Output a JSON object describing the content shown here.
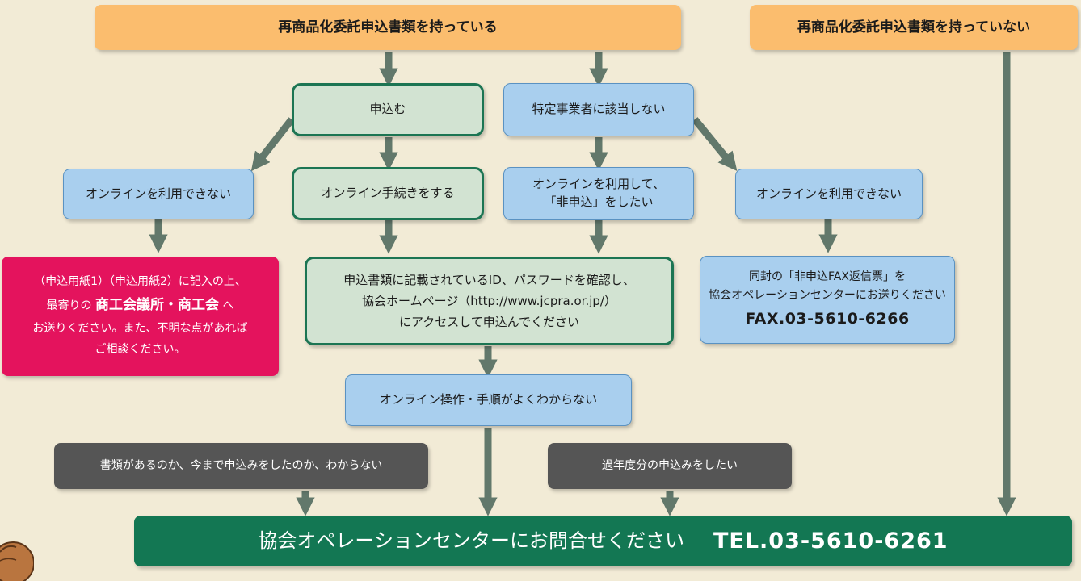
{
  "top": {
    "has_forms": "再商品化委託申込書類を持っている",
    "no_forms": "再商品化委託申込書類を持っていない"
  },
  "apply": "申込む",
  "not_applicable": "特定事業者に該当しない",
  "online_unavailable_left": "オンラインを利用できない",
  "online_procedure": "オンライン手続きをする",
  "non_apply_online": [
    "オンラインを利用して、",
    "「非申込」をしたい"
  ],
  "online_unavailable_right": "オンラインを利用できない",
  "paper_submit": {
    "line1": "（申込用紙1）（申込用紙2）に記入の上、",
    "line2_pre": "最寄りの",
    "line2_em": "商工会議所・商工会",
    "line2_post": "へ",
    "line3": "お送りください。また、不明な点があれば",
    "line4": "ご相談ください。"
  },
  "online_access": [
    "申込書類に記載されているID、パスワードを確認し、",
    "協会ホームページ（http://www.jcpra.or.jp/）",
    "にアクセスして申込んでください"
  ],
  "fax_return": {
    "line1": "同封の「非申込FAX返信票」を",
    "line2": "協会オペレーションセンターにお送りください",
    "fax": "FAX.03-5610-6266"
  },
  "online_unclear": "オンライン操作・手順がよくわからない",
  "unknown_status": "書類があるのか、今まで申込みをしたのか、わからない",
  "past_years": "過年度分の申込みをしたい",
  "final": {
    "message": "協会オペレーションセンターにお問合せください",
    "tel": "TEL.03-5610-6261"
  },
  "colors": {
    "orange": "#fbbd6e",
    "green_fill": "#d2e3d2",
    "green_border": "#1c7553",
    "blue_fill": "#a9cfee",
    "gray": "#555555",
    "red": "#e4135d",
    "dark_green": "#137753",
    "arrow": "#62786b",
    "background": "#f2ebd6"
  }
}
